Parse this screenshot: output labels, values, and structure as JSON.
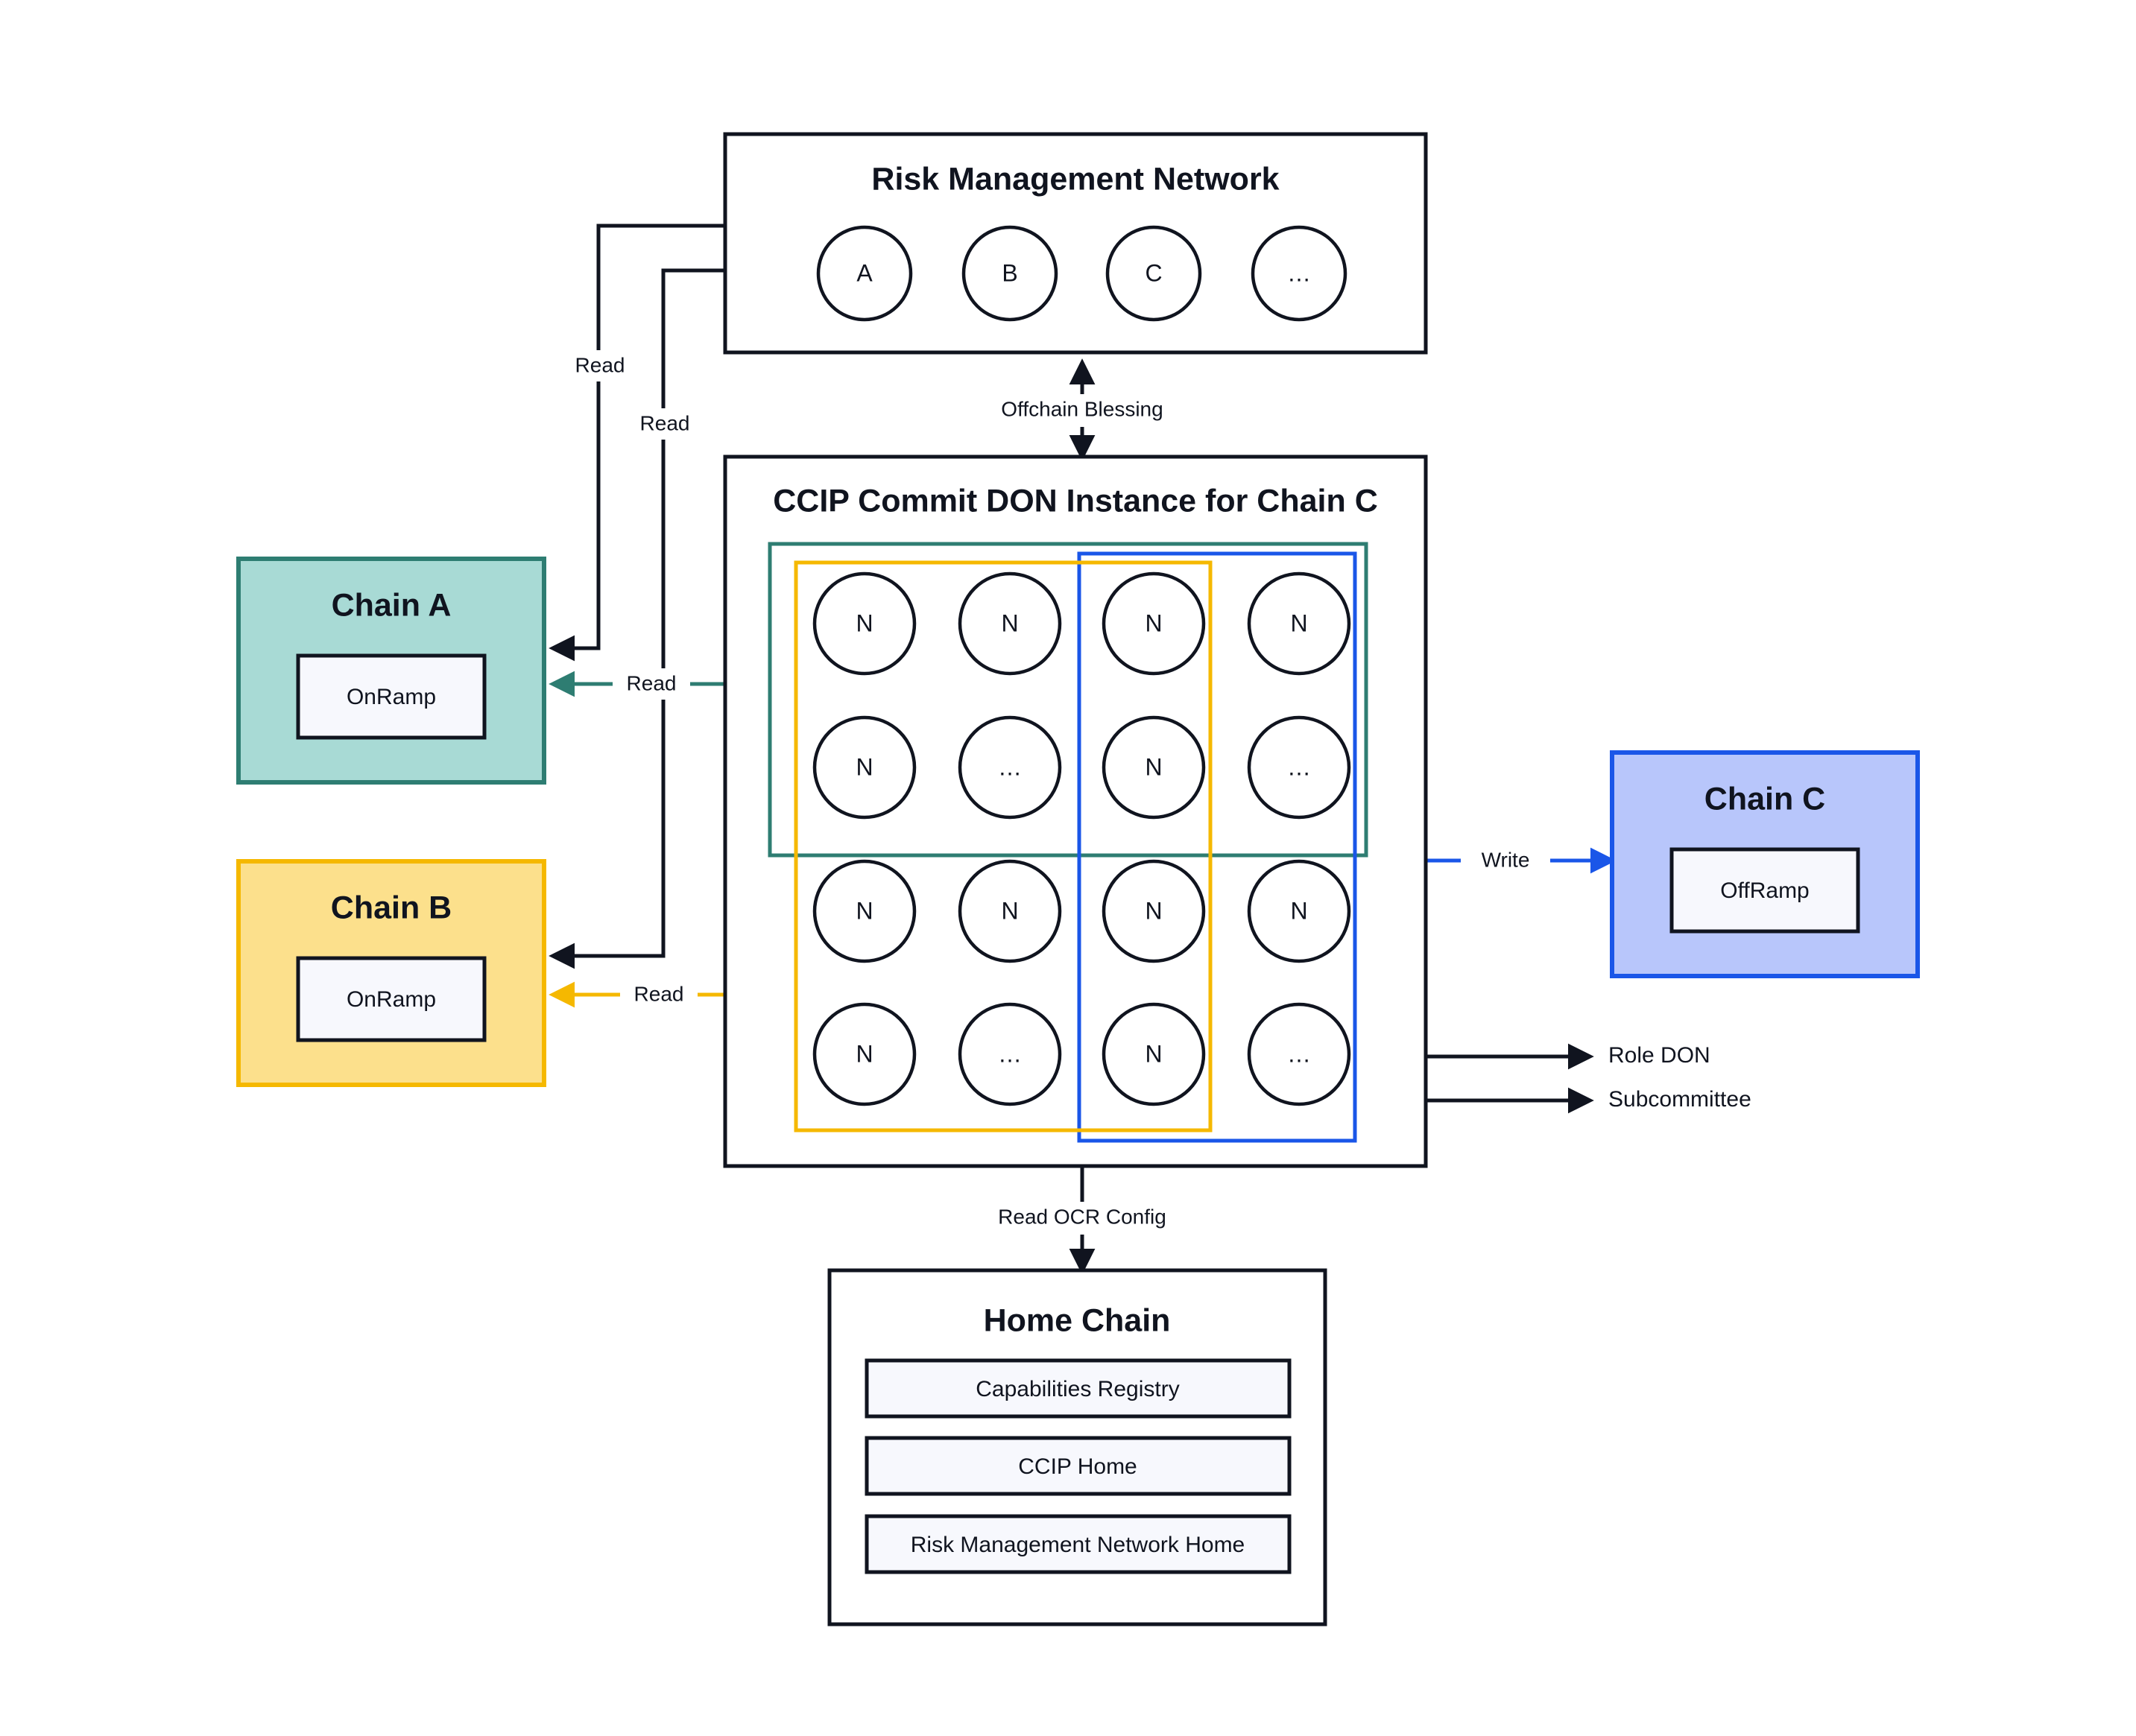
{
  "diagram": {
    "title_semantic": "CCIP Commit DON architecture diagram",
    "colors": {
      "ink": "#10141f",
      "chain_a_fill": "#a8dad5",
      "chain_a_stroke": "#2e7d72",
      "chain_b_fill": "#fce08c",
      "chain_b_stroke": "#f5b800",
      "chain_c_fill": "#b8c6fb",
      "chain_c_stroke": "#1a56e8",
      "inner_fill": "#f7f8fd"
    }
  },
  "risk_management_network": {
    "title": "Risk Management Network",
    "nodes": [
      "A",
      "B",
      "C",
      "…"
    ]
  },
  "commit_don": {
    "title": "CCIP Commit DON Instance for Chain C",
    "grid_rows": [
      [
        "N",
        "N",
        "N",
        "N"
      ],
      [
        "N",
        "…",
        "N",
        "…"
      ],
      [
        "N",
        "N",
        "N",
        "N"
      ],
      [
        "N",
        "…",
        "N",
        "…"
      ]
    ],
    "overlays": [
      {
        "name": "chain-a-subcommittee",
        "color": "#2e7d72"
      },
      {
        "name": "chain-b-subcommittee",
        "color": "#f5b800"
      },
      {
        "name": "chain-c-role-don",
        "color": "#1a56e8"
      }
    ]
  },
  "chain_a": {
    "title": "Chain A",
    "contract": "OnRamp"
  },
  "chain_b": {
    "title": "Chain B",
    "contract": "OnRamp"
  },
  "chain_c": {
    "title": "Chain C",
    "contract": "OffRamp"
  },
  "home_chain": {
    "title": "Home Chain",
    "contracts": [
      "Capabilities Registry",
      "CCIP Home",
      "Risk Management Network Home"
    ]
  },
  "edges": {
    "rmn_read_chain_a": "Read",
    "rmn_read_chain_b": "Read",
    "offchain_blessing": "Offchain Blessing",
    "don_read_chain_a": "Read",
    "don_read_chain_b": "Read",
    "don_write_chain_c": "Write",
    "read_ocr_config": "Read OCR Config"
  },
  "legend": {
    "role_don": "Role DON",
    "subcommittee": "Subcommittee"
  }
}
